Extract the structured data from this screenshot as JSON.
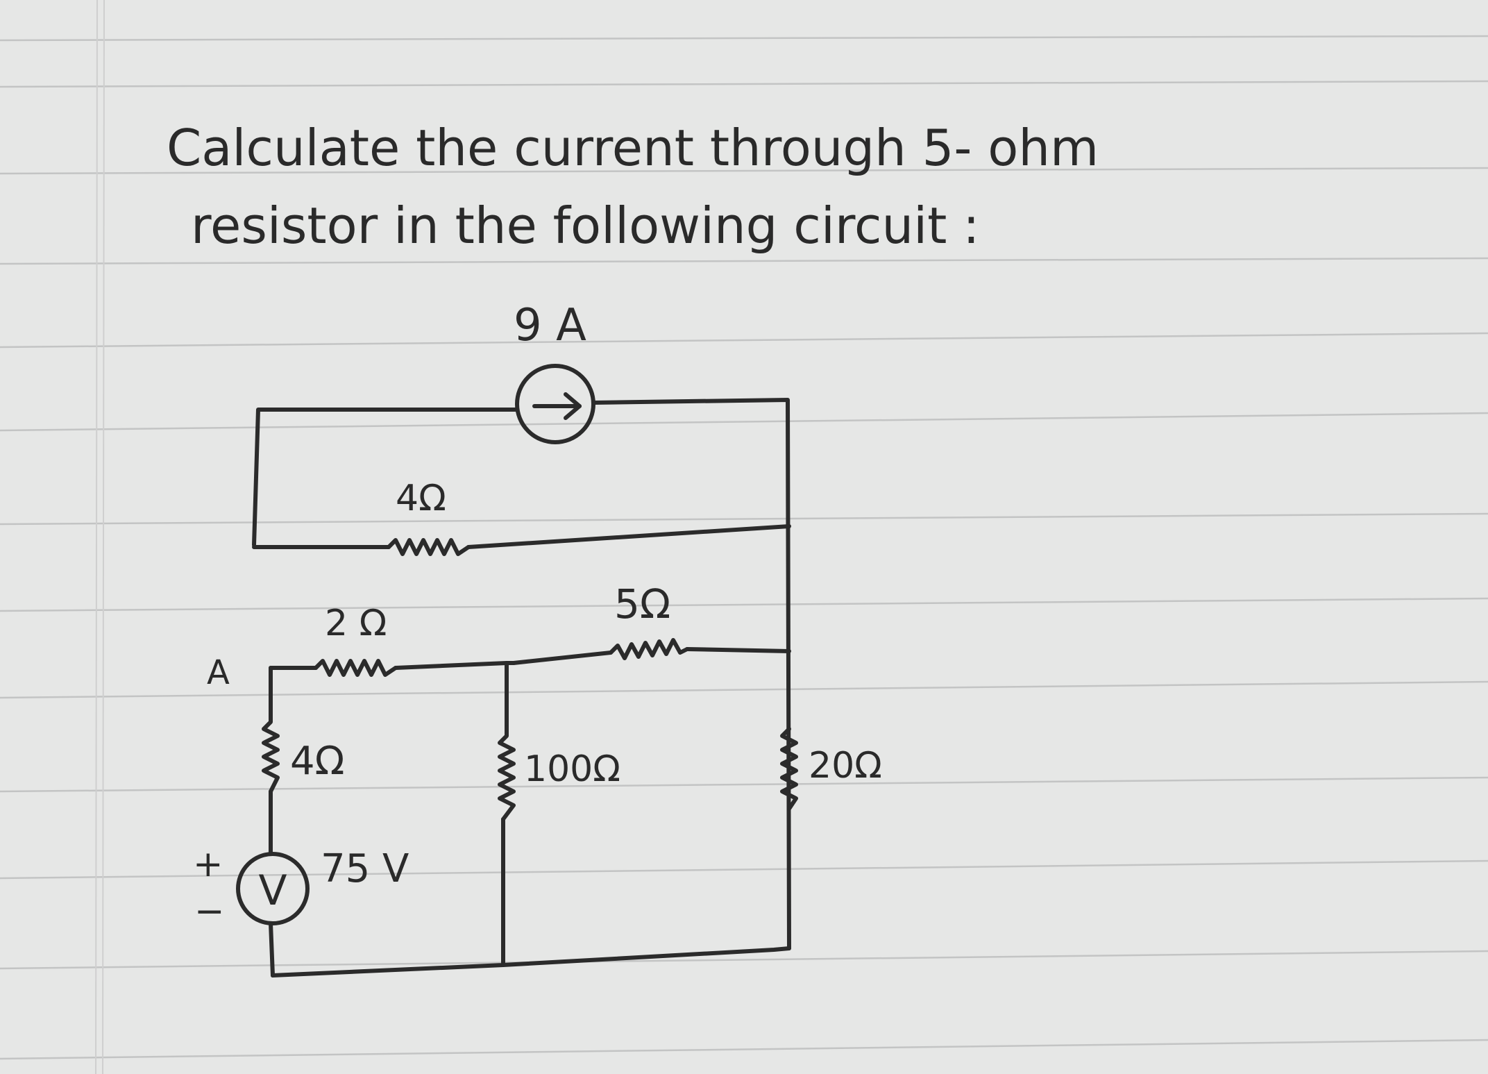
{
  "question": {
    "line1": "Calculate the current through 5- ohm",
    "line2": "resistor in the following circuit :"
  },
  "circuit": {
    "current_source": {
      "label": "9 A"
    },
    "resistors": [
      {
        "id": "r_top",
        "label": "4Ω"
      },
      {
        "id": "r_a",
        "label": "2 Ω"
      },
      {
        "id": "r_five",
        "label": "5Ω"
      },
      {
        "id": "r_left",
        "label": "4Ω"
      },
      {
        "id": "r_mid",
        "label": "100Ω"
      },
      {
        "id": "r_right",
        "label": "20Ω"
      }
    ],
    "voltage_source": {
      "label": "75 V",
      "symbol": "V",
      "plus": "+",
      "minus": "−"
    },
    "node_label": "A"
  }
}
